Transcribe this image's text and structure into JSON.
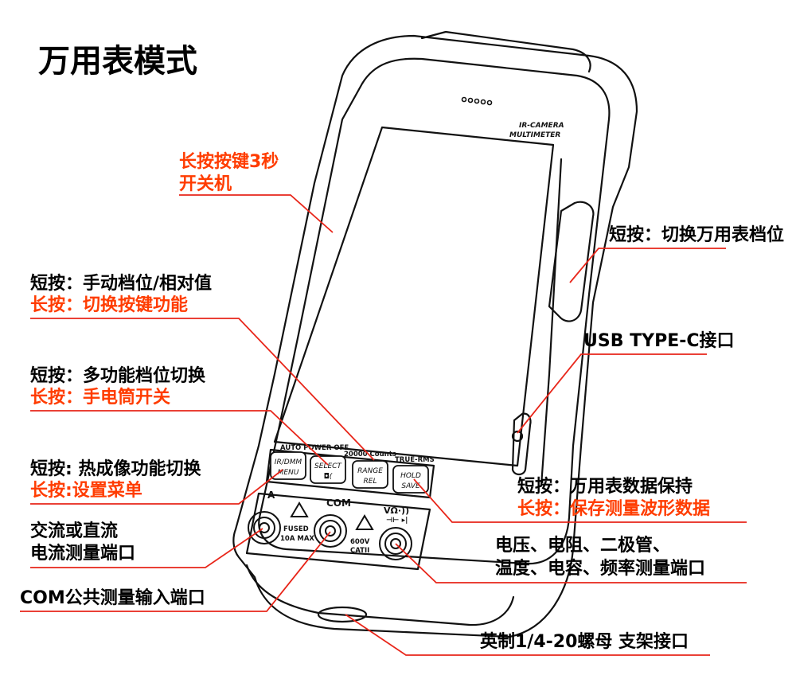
{
  "title": "万用表模式",
  "device": {
    "brand_line1": "IR-CAMERA",
    "brand_line2": "MULTIMETER",
    "auto_power_off": "AUTO POWER OFF",
    "counts": "20000 Counts",
    "true_rms": "TRUE-RMS",
    "buttons": [
      {
        "top": "IR/DMM",
        "bottom": "MENU"
      },
      {
        "top": "SELECT",
        "bottom": "◘("
      },
      {
        "top": "RANGE",
        "bottom": "REL"
      },
      {
        "top": "HOLD",
        "bottom": "SAVE"
      }
    ],
    "port_a": "A",
    "port_com": "COM",
    "port_v": "VΩ·))",
    "port_v_sub": "⊣⊢ ▸|",
    "fused": "FUSED",
    "max10a": "10A MAX",
    "v600": "600V",
    "catii": "CATII"
  },
  "labels": {
    "power_l1": "长按按键3秒",
    "power_l2": "开关机",
    "range_l1": "短按：手动档位/相对值",
    "range_l2": "长按：切换按键功能",
    "select_l1": "短按：多功能档位切换",
    "select_l2": "长按：手电筒开关",
    "menu_l1": "短按: 热成像功能切换",
    "menu_l2": "长按:设置菜单",
    "a_port_l1": "交流或直流",
    "a_port_l2": "电流测量端口",
    "com_port": "COM公共测量输入端口",
    "side_key": "短按：切换万用表档位",
    "usb": "USB TYPE-C接口",
    "hold_l1": "短按：万用表数据保持",
    "hold_l2": "长按：保存测量波形数据",
    "v_port_l1": "电压、电阻、二极管、",
    "v_port_l2": "温度、电容、频率测量端口",
    "tripod": "英制1/4-20螺母  支架接口"
  }
}
